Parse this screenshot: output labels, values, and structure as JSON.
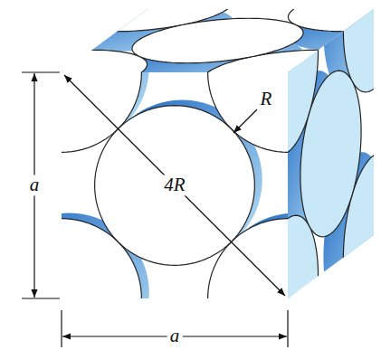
{
  "diagram": {
    "labels": [
      "a",
      "R",
      "4R",
      "a"
    ]
  }
}
